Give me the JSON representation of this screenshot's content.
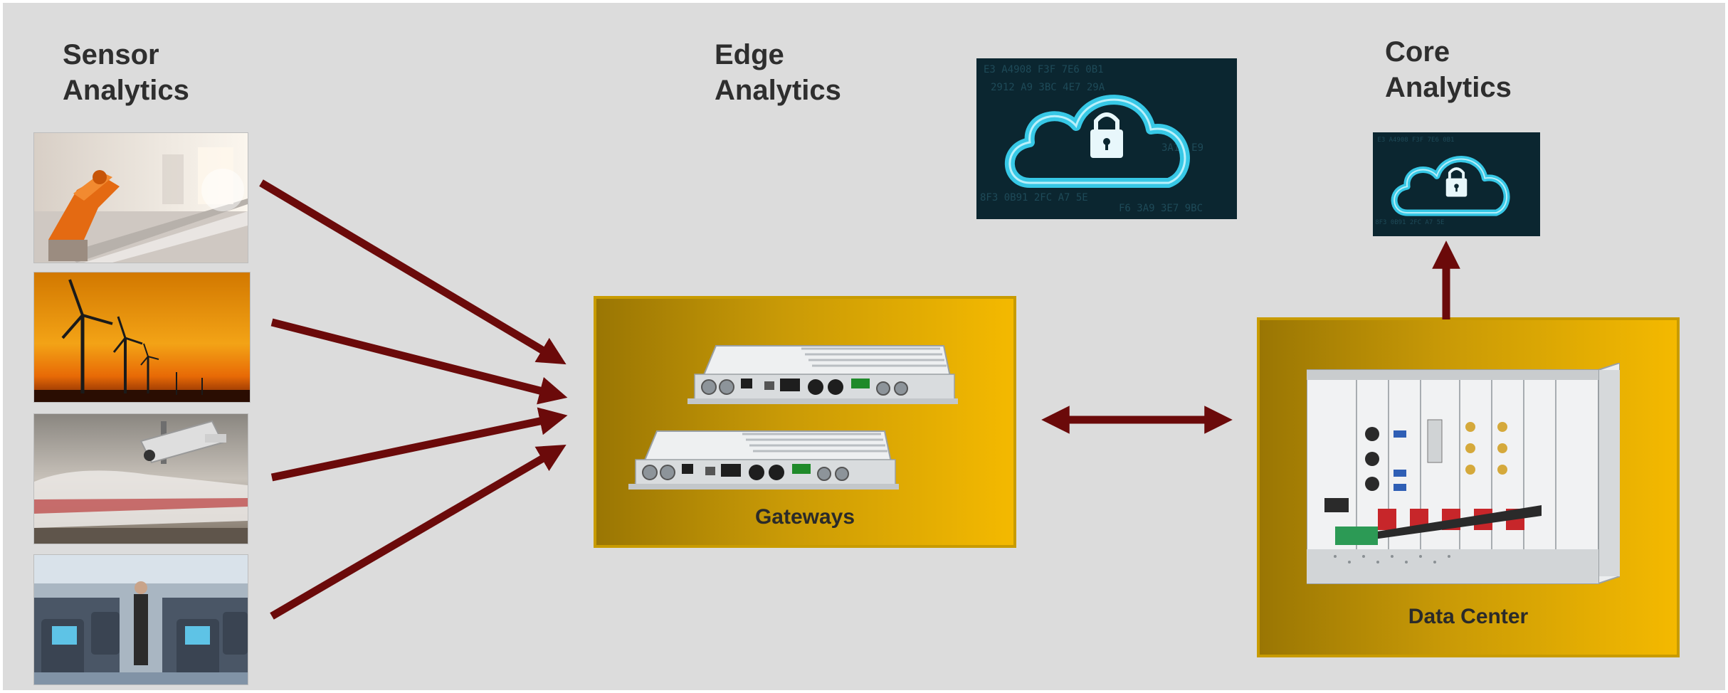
{
  "columns": {
    "sensor": {
      "line1": "Sensor",
      "line2": "Analytics"
    },
    "edge": {
      "line1": "Edge",
      "line2": "Analytics"
    },
    "core": {
      "line1": "Core",
      "line2": "Analytics"
    }
  },
  "boxes": {
    "gateways": {
      "label": "Gateways"
    },
    "datacenter": {
      "label": "Data Center"
    }
  },
  "sensor_images": [
    {
      "icon": "industrial-robot-image"
    },
    {
      "icon": "wind-turbines-image"
    },
    {
      "icon": "train-surveillance-camera-image"
    },
    {
      "icon": "aircraft-cabin-image"
    }
  ],
  "cloud_images": [
    {
      "icon": "secure-cloud-image"
    },
    {
      "icon": "secure-cloud-image"
    }
  ],
  "colors": {
    "arrow": "#6b0a0a",
    "slide_background": "#dcdcdc",
    "box_gold": "#f4b900",
    "box_dark_gold": "#9a7604"
  }
}
